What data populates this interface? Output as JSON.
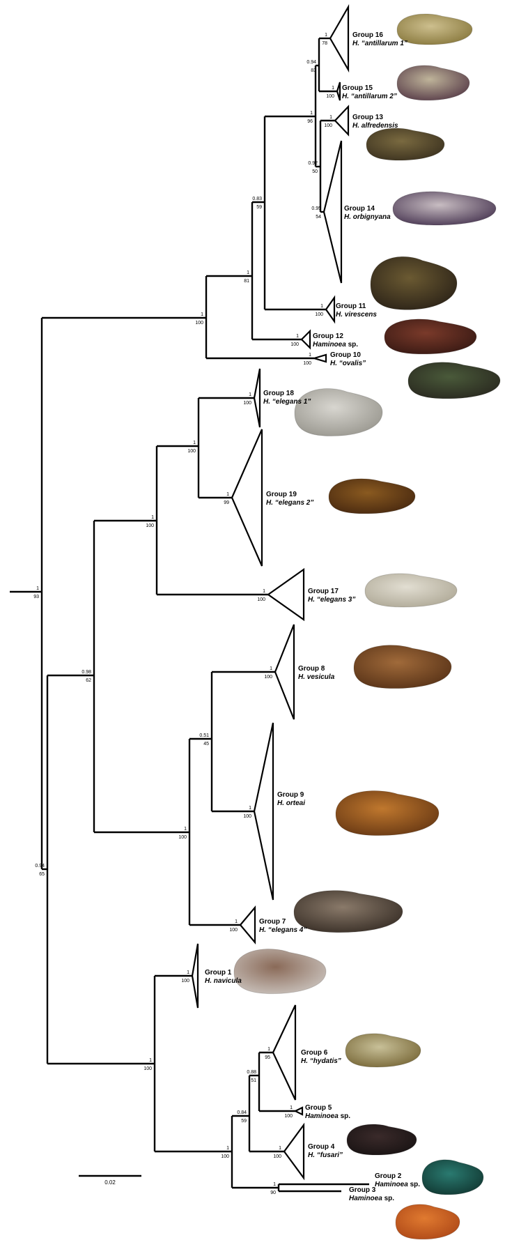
{
  "scale_bar": {
    "label": "0.02"
  },
  "nodes": [
    {
      "id": "root",
      "support": [
        "1",
        "93"
      ]
    },
    {
      "id": "n_lower",
      "support": [
        "0.94",
        "65"
      ]
    },
    {
      "id": "n_upper",
      "support": [
        "1",
        "100"
      ]
    },
    {
      "id": "n_u81",
      "support": [
        "1",
        "81"
      ]
    },
    {
      "id": "n_u59",
      "support": [
        "0.83",
        "59"
      ]
    },
    {
      "id": "n_u96",
      "support": [
        "1",
        "96"
      ]
    },
    {
      "id": "n_u83",
      "support": [
        "0.94",
        "83"
      ]
    },
    {
      "id": "n_u50",
      "support": [
        "0.92",
        "50"
      ]
    },
    {
      "id": "n_mid",
      "support": [
        "0.98",
        "62"
      ]
    },
    {
      "id": "n_eleg",
      "support": [
        "1",
        "100"
      ]
    },
    {
      "id": "n_eleg12",
      "support": [
        "1",
        "100"
      ]
    },
    {
      "id": "n_ves",
      "support": [
        "1",
        "100"
      ]
    },
    {
      "id": "n_ves45",
      "support": [
        "0.51",
        "45"
      ]
    },
    {
      "id": "n_bot",
      "support": [
        "1",
        "100"
      ]
    },
    {
      "id": "n_bot2",
      "support": [
        "1",
        "100"
      ]
    },
    {
      "id": "n_bot59",
      "support": [
        "0.84",
        "59"
      ]
    },
    {
      "id": "n_bot51",
      "support": [
        "0.88",
        "51"
      ]
    },
    {
      "id": "n_g23",
      "support": [
        "1",
        "90"
      ]
    }
  ],
  "groups": [
    {
      "id": "g16",
      "name": "Group 16",
      "species": "H. “antillarum 1”",
      "support": [
        "1",
        "78"
      ],
      "swatch": [
        "#cdbf8e",
        "#8a7a3f"
      ]
    },
    {
      "id": "g15",
      "name": "Group 15",
      "species": "H. “antillarum 2”",
      "support": [
        "1",
        "100"
      ],
      "swatch": [
        "#bfb49a",
        "#5a3f4a"
      ]
    },
    {
      "id": "g13",
      "name": "Group 13",
      "species": "H. alfredensis",
      "support": [
        "1",
        "100"
      ],
      "swatch": [
        "#7a6a40",
        "#3d3320"
      ]
    },
    {
      "id": "g14",
      "name": "Group 14",
      "species": "H. orbignyana",
      "support": [
        "0.95",
        "54"
      ],
      "swatch": [
        "#c8bdc2",
        "#4c3a55"
      ]
    },
    {
      "id": "g11",
      "name": "Group 11",
      "species": "H. virescens",
      "support": [
        "1",
        "100"
      ],
      "swatch": [
        "#6b5a32",
        "#2d2418"
      ]
    },
    {
      "id": "g12",
      "name": "Group 12",
      "species": "Haminoea sp.",
      "species_italic": "Haminoea",
      "species_rest": " sp.",
      "support": [
        "1",
        "100"
      ],
      "swatch": [
        "#7a3a2a",
        "#3a1a14"
      ]
    },
    {
      "id": "g10",
      "name": "Group 10",
      "species": "H. “ovalis”",
      "support": [
        "1",
        "100"
      ],
      "swatch": [
        "#4a5a3a",
        "#2a2a20"
      ]
    },
    {
      "id": "g18",
      "name": "Group 18",
      "species": "H. “elegans 1”",
      "support": [
        "1",
        "100"
      ],
      "swatch": [
        "#d8d6d0",
        "#9a9890"
      ]
    },
    {
      "id": "g19",
      "name": "Group 19",
      "species": "H. “elegans 2”",
      "support": [
        "1",
        "99"
      ],
      "swatch": [
        "#8a5a20",
        "#4a2a10"
      ]
    },
    {
      "id": "g17",
      "name": "Group 17",
      "species": "H. “elegans 3”",
      "support": [
        "1",
        "100"
      ],
      "swatch": [
        "#e2ded2",
        "#b0aa98"
      ]
    },
    {
      "id": "g8",
      "name": "Group 8",
      "species": "H. vesicula",
      "support": [
        "1",
        "100"
      ],
      "swatch": [
        "#a06a3a",
        "#5a3418"
      ]
    },
    {
      "id": "g9",
      "name": "Group 9",
      "species": "H. orteai",
      "support": [
        "1",
        "100"
      ],
      "swatch": [
        "#c0782e",
        "#6a3a14"
      ]
    },
    {
      "id": "g7",
      "name": "Group 7",
      "species": "H. “elegans 4”",
      "support": [
        "1",
        "100"
      ],
      "swatch": [
        "#8a7a6a",
        "#3a3028"
      ]
    },
    {
      "id": "g1",
      "name": "Group 1",
      "species": "H. navicula",
      "support": [
        "1",
        "100"
      ],
      "swatch": [
        "#8a6a58",
        "#c8c0ba"
      ]
    },
    {
      "id": "g6",
      "name": "Group 6",
      "species": "H. “hydatis”",
      "support": [
        "1",
        "95"
      ],
      "swatch": [
        "#c8c098",
        "#7a6a3a"
      ]
    },
    {
      "id": "g5",
      "name": "Group 5",
      "species": "Haminoea sp.",
      "species_italic": "Haminoea",
      "species_rest": " sp.",
      "support": [
        "1",
        "100"
      ],
      "swatch": [
        "#000000",
        "#000000"
      ]
    },
    {
      "id": "g4",
      "name": "Group 4",
      "species": "H. “fusari”",
      "support": [
        "1",
        "100"
      ],
      "swatch": [
        "#3a2a2a",
        "#1a1414"
      ]
    },
    {
      "id": "g2",
      "name": "Group 2",
      "species": "Haminoea sp.",
      "species_italic": "Haminoea",
      "species_rest": " sp.",
      "swatch": [
        "#2a7a70",
        "#123a34"
      ]
    },
    {
      "id": "g3",
      "name": "Group 3",
      "species": "Haminoea sp.",
      "species_italic": "Haminoea",
      "species_rest": " sp.",
      "swatch": [
        "#e07a30",
        "#b04a18"
      ]
    }
  ]
}
